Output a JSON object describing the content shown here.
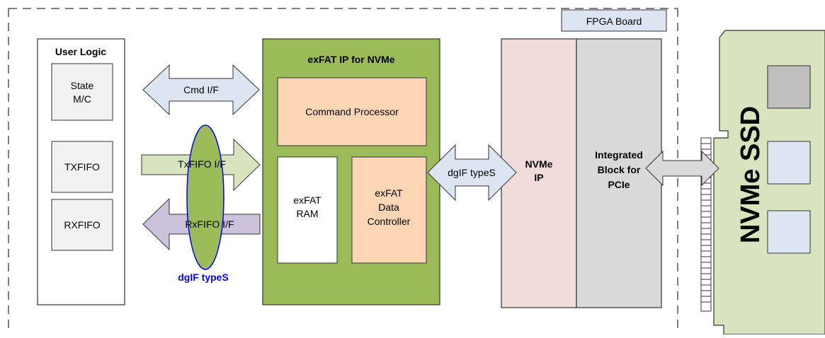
{
  "fpga_board": {
    "label": "FPGA Board"
  },
  "user_logic": {
    "title": "User Logic",
    "state_mc": [
      "State",
      "M/C"
    ],
    "txfifo": "TXFIFO",
    "rxfifo": "RXFIFO"
  },
  "interfaces": {
    "cmd": "Cmd I/F",
    "txfifo": "TxFIFO I/F",
    "rxfifo": "RxFIFO I/F",
    "dgif_group": "dgIF typeS",
    "dgif_center": "dgIF typeS"
  },
  "exfat_ip": {
    "title": "exFAT IP for NVMe",
    "command_processor": "Command Processor",
    "ram": [
      "exFAT",
      "RAM"
    ],
    "data_controller": [
      "exFAT",
      "Data",
      "Controller"
    ]
  },
  "nvme_ip": {
    "label": [
      "NVMe",
      "IP"
    ]
  },
  "pcie_block": {
    "label": [
      "Integrated",
      "Block for",
      "PCIe"
    ]
  },
  "ssd": {
    "label": "NVMe SSD"
  },
  "colors": {
    "green_block": "#9BBB59",
    "orange_fill": "#FCD5B5",
    "pink_fill": "#F2DCDB",
    "gray_fill": "#D9D9D9",
    "light_gray": "#F2F2F2",
    "blue_arrow": "#DCE6F2",
    "green_arrow": "#D7E4BD",
    "purple_arrow": "#CCC1DA",
    "ellipse_blue": "#0000FF",
    "ssd_card": "#D7E4BD"
  }
}
